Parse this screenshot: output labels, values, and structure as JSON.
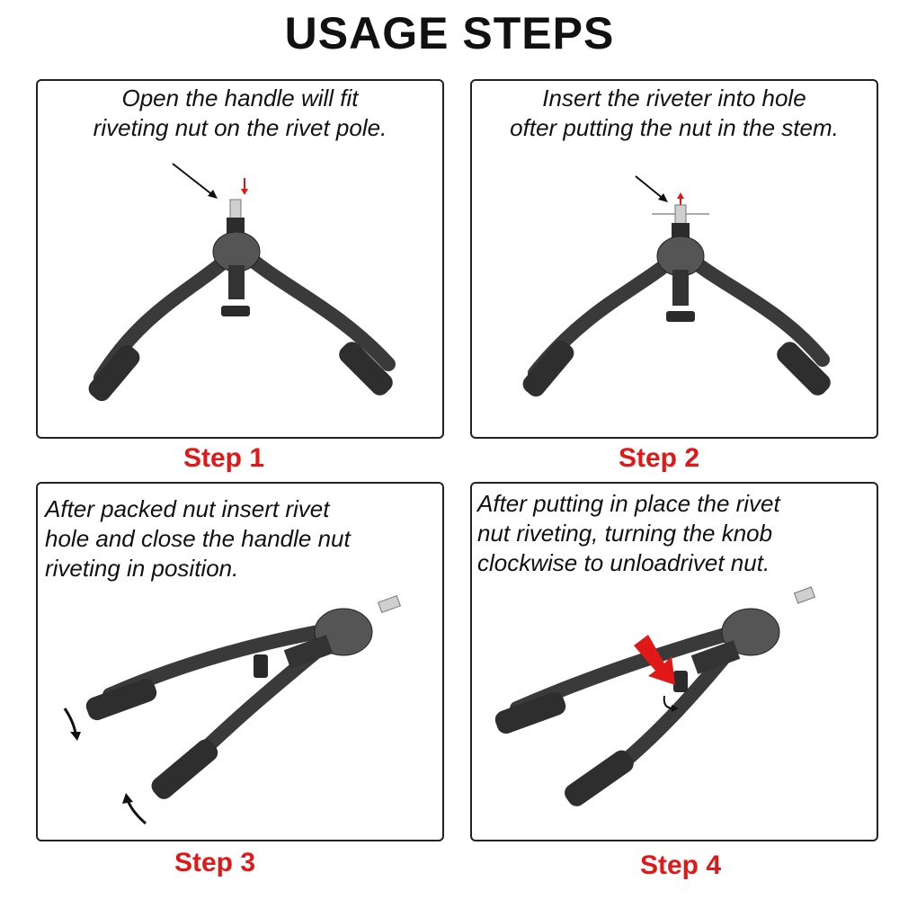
{
  "header": {
    "title": "USAGE STEPS"
  },
  "steps": [
    {
      "label": "Step 1",
      "text": "Open the handle will fit\nriveting nut on the rivet pole."
    },
    {
      "label": "Step 2",
      "text": "Insert the riveter into hole\nofter putting the nut in the stem."
    },
    {
      "label": "Step 3",
      "text": "After packed nut insert rivet\nhole and close the handle nut\nriveting in position."
    },
    {
      "label": "Step 4",
      "text": "After putting in place the rivet\nnut riveting, turning the knob\nclockwise to unloadrivet nut."
    }
  ],
  "colors": {
    "accent": "#e01818",
    "tool": "#3a3a3a",
    "border": "#222222"
  },
  "icons": [
    "pointer-arrow-icon",
    "red-down-arrow-icon",
    "rotation-arrow-icon",
    "red-pointer-arrow-icon"
  ]
}
